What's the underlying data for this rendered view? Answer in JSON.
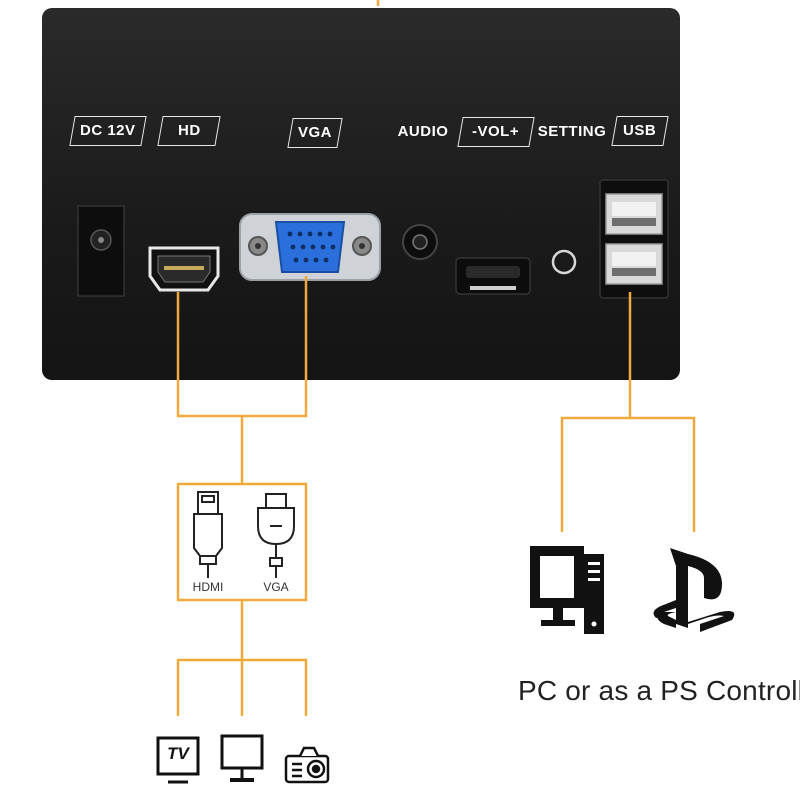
{
  "panel_labels": {
    "dc": "DC 12V",
    "hd": "HD",
    "vga": "VGA",
    "audio": "AUDIO",
    "vol": "-VOL+",
    "setting": "SETTING",
    "usb": "USB"
  },
  "cable_box": {
    "hdmi_label": "HDMI",
    "vga_label": "VGA"
  },
  "devices_left": {
    "tv_text": "TV"
  },
  "caption": "PC or as a PS Controller",
  "icons": [
    "dc-jack-icon",
    "hdmi-port-icon",
    "vga-port-icon",
    "audio-jack-icon",
    "volume-rocker-icon",
    "setting-button-icon",
    "usb-port-icon",
    "hdmi-cable-icon",
    "vga-cable-icon",
    "tv-icon",
    "monitor-icon",
    "projector-icon",
    "pc-tower-icon",
    "playstation-logo-icon"
  ],
  "colors": {
    "panel": "#1c1c1c",
    "wire": "#f2a93b",
    "vga_blue": "#2a6fdb"
  }
}
